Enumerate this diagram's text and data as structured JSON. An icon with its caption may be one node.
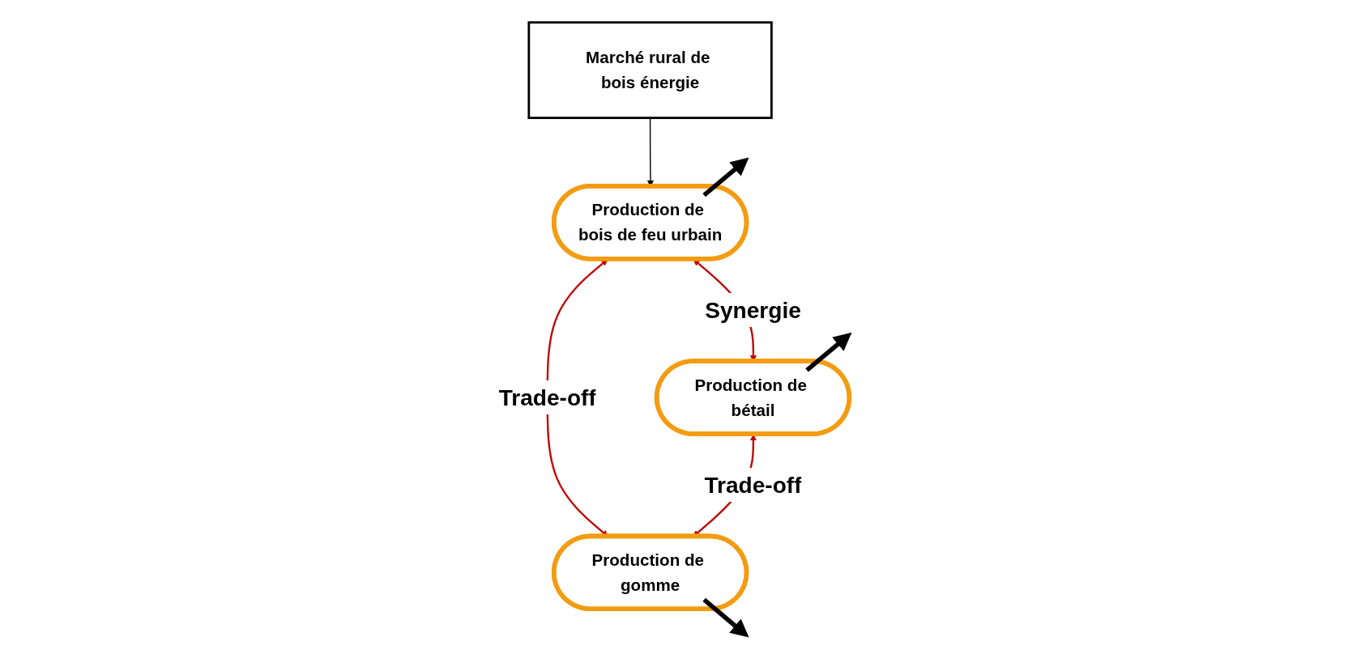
{
  "diagram": {
    "nodes": [
      {
        "text": [
          "Marché rural de bois énergie"
        ]
      },
      {
        "text": [
          "Production de bois de feu urbain"
        ]
      },
      {
        "text": [
          "Production de bétail"
        ]
      },
      {
        "text": [
          "Production de gomme"
        ]
      }
    ],
    "edges": [
      {
        "from": 0,
        "to": 1,
        "arrow": "to",
        "color": "#000000"
      },
      {
        "from": 1,
        "to": 2,
        "arrow": "both",
        "label": "Synergie"
      },
      {
        "from": 1,
        "to": 3,
        "arrow": "both",
        "label": "Trade-off"
      },
      {
        "from": 2,
        "to": 3,
        "arrow": "both",
        "label": "Trade-off"
      }
    ]
  }
}
